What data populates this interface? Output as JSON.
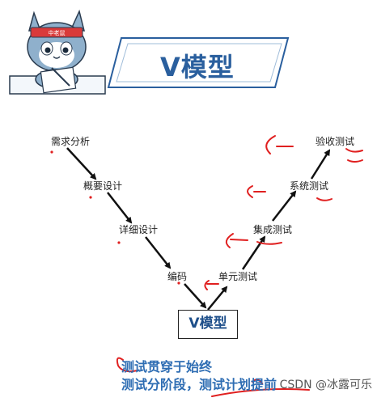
{
  "header": {
    "title": "V模型",
    "mascot_headband": "中老鼠"
  },
  "steps": {
    "requirements": "需求分析",
    "outline_design": "概要设计",
    "detail_design": "详细设计",
    "coding": "编码",
    "unit_test": "单元测试",
    "integration_test": "集成测试",
    "system_test": "系统测试",
    "acceptance_test": "验收测试"
  },
  "vmodel_box": "V模型",
  "notes": {
    "line1": "测试贯穿于始终",
    "line2": "测试分阶段，测试计划提前"
  },
  "watermark": "CSDN @冰露可乐",
  "colors": {
    "title": "#2a5f9e",
    "note": "#2e6db3",
    "annotation": "#e02020",
    "banner_border": "#2a5f9e"
  }
}
